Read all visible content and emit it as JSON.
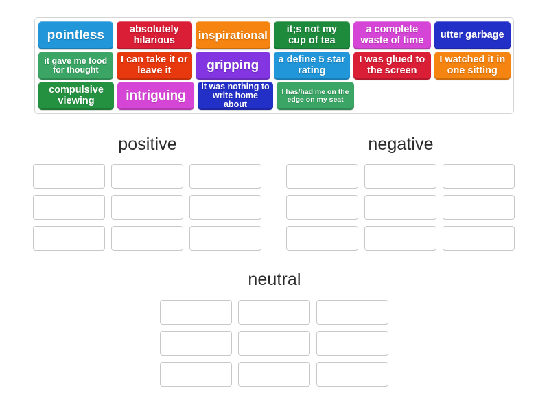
{
  "bank": {
    "name": "word-tile-bank",
    "rows": [
      [
        {
          "text": "pointless",
          "color": "#2196d8",
          "size": "ts-xl",
          "width": 110
        },
        {
          "text": "absolutely hilarious",
          "color": "#d91e36",
          "size": "ts-md",
          "width": 112
        },
        {
          "text": "inspirational",
          "color": "#f58410",
          "size": "ts-lg",
          "width": 110
        },
        {
          "text": "it;s not my cup of tea",
          "color": "#1e8a3c",
          "size": "ts-md",
          "width": 113
        },
        {
          "text": "a complete waste of time",
          "color": "#d646d6",
          "size": "ts-md",
          "width": 114
        },
        {
          "text": "utter garbage",
          "color": "#2330c8",
          "size": "ts-md",
          "width": 113
        }
      ],
      [
        {
          "text": "it gave me food for thought",
          "color": "#3aa564",
          "size": "ts-sm",
          "width": 110
        },
        {
          "text": "I can take it or leave it",
          "color": "#e8380d",
          "size": "ts-md",
          "width": 112
        },
        {
          "text": "gripping",
          "color": "#8235e0",
          "size": "ts-xl",
          "width": 110
        },
        {
          "text": "a define 5 star rating",
          "color": "#2196d8",
          "size": "ts-md",
          "width": 113
        },
        {
          "text": "I was glued to the screen",
          "color": "#d91e36",
          "size": "ts-md",
          "width": 114
        },
        {
          "text": "I watched it in one sitting",
          "color": "#f58410",
          "size": "ts-md",
          "width": 113
        }
      ],
      [
        {
          "text": "compulsive viewing",
          "color": "#23913f",
          "size": "ts-md",
          "width": 110
        },
        {
          "text": "intriguing",
          "color": "#d646d6",
          "size": "ts-xl",
          "width": 112
        },
        {
          "text": "it was nothing to write home about",
          "color": "#2330c8",
          "size": "ts-sm",
          "width": 110
        },
        {
          "text": "I has/had me on the edge on my seat",
          "color": "#3aa564",
          "size": "ts-xs",
          "width": 113
        }
      ]
    ]
  },
  "categories": [
    {
      "name": "positive",
      "title": "positive",
      "slots": [
        [
          "",
          "",
          ""
        ],
        [
          "",
          "",
          ""
        ],
        [
          "",
          "",
          ""
        ]
      ]
    },
    {
      "name": "negative",
      "title": "negative",
      "slots": [
        [
          "",
          "",
          ""
        ],
        [
          "",
          "",
          ""
        ],
        [
          "",
          "",
          ""
        ]
      ]
    },
    {
      "name": "neutral",
      "title": "neutral",
      "slots": [
        [
          "",
          "",
          ""
        ],
        [
          "",
          "",
          ""
        ],
        [
          "",
          "",
          ""
        ]
      ]
    }
  ],
  "colors": {
    "page_background": "#ffffff",
    "bank_border": "#d5d5d5",
    "slot_border": "#c8c8c8",
    "title_text": "#2b2b2b"
  }
}
